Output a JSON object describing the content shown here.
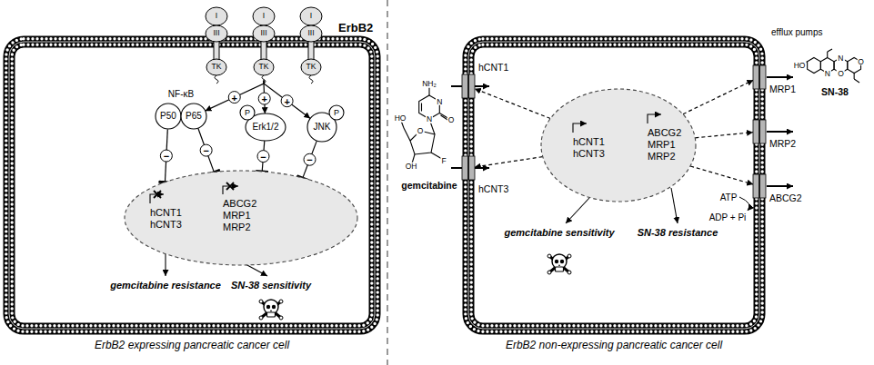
{
  "diagram": {
    "nodes": [
      {
        "text": [
          "ErbB2 expressing pancreatic cancer cell"
        ]
      },
      {
        "text": [
          "I",
          "III",
          "TK"
        ],
        "in": 0
      },
      {
        "text": [
          "I",
          "III",
          "TK"
        ],
        "in": 0
      },
      {
        "text": [
          "I",
          "III",
          "TK"
        ],
        "in": 0
      },
      {
        "text": [
          "P50"
        ],
        "in": 0
      },
      {
        "text": [
          "P65"
        ],
        "in": 0
      },
      {
        "text": [
          "Erk1/2"
        ],
        "in": 0
      },
      {
        "text": [
          "P"
        ],
        "in": 6
      },
      {
        "text": [
          "JNK"
        ],
        "in": 0
      },
      {
        "text": [
          "P"
        ],
        "in": 8
      },
      {
        "text": [
          "hCNT1 hCNT3",
          "ABCG2 MRP1 MRP2"
        ],
        "in": 0
      },
      {
        "text": [
          "ErbB2 non-expressing pancreatic cancer cell"
        ]
      },
      {
        "text": [
          "hCNT1 hCNT3",
          "ABCG2 MRP1 MRP2"
        ],
        "in": 11
      },
      {
        "text": [
          "hCNT1"
        ],
        "in": 11
      },
      {
        "text": [
          "hCNT3"
        ],
        "in": 11
      },
      {
        "text": [
          "MRP1"
        ],
        "in": 11
      },
      {
        "text": [
          "MRP2"
        ],
        "in": 11
      },
      {
        "text": [
          "ABCG2"
        ],
        "in": 11
      }
    ],
    "edges": [
      {
        "from": 2,
        "to": 5,
        "label": "+",
        "arrow": "to"
      },
      {
        "from": 2,
        "to": 6,
        "label": "+",
        "arrow": "to"
      },
      {
        "from": 2,
        "to": 8,
        "label": "+",
        "arrow": "to"
      },
      {
        "from": 4,
        "to": 10,
        "label": "−",
        "arrow": "to"
      },
      {
        "from": 5,
        "to": 10,
        "label": "−",
        "arrow": "to"
      },
      {
        "from": 6,
        "to": 10,
        "label": "−",
        "arrow": "to"
      },
      {
        "from": 8,
        "to": 10,
        "label": "−",
        "arrow": "to"
      },
      {
        "from": 12,
        "to": 13,
        "arrow": "to"
      },
      {
        "from": 12,
        "to": 14,
        "arrow": "to"
      },
      {
        "from": 12,
        "to": 15,
        "arrow": "to"
      },
      {
        "from": 12,
        "to": 16,
        "arrow": "to"
      },
      {
        "from": 12,
        "to": 17,
        "arrow": "to"
      }
    ],
    "labels": [
      "ErbB2",
      "NF-κB",
      "gemcitabine resistance",
      "SN-38 sensitivity",
      "gemcitabine",
      "NH₂",
      "N",
      "N",
      "O",
      "O",
      "HO",
      "OH",
      "F",
      "gemcitabine sensitivity",
      "SN-38 resistance",
      "efflux pumps",
      "SN-38",
      "HO",
      "N",
      "N",
      "O",
      "O",
      "ATP",
      "ADP + Pi"
    ]
  }
}
